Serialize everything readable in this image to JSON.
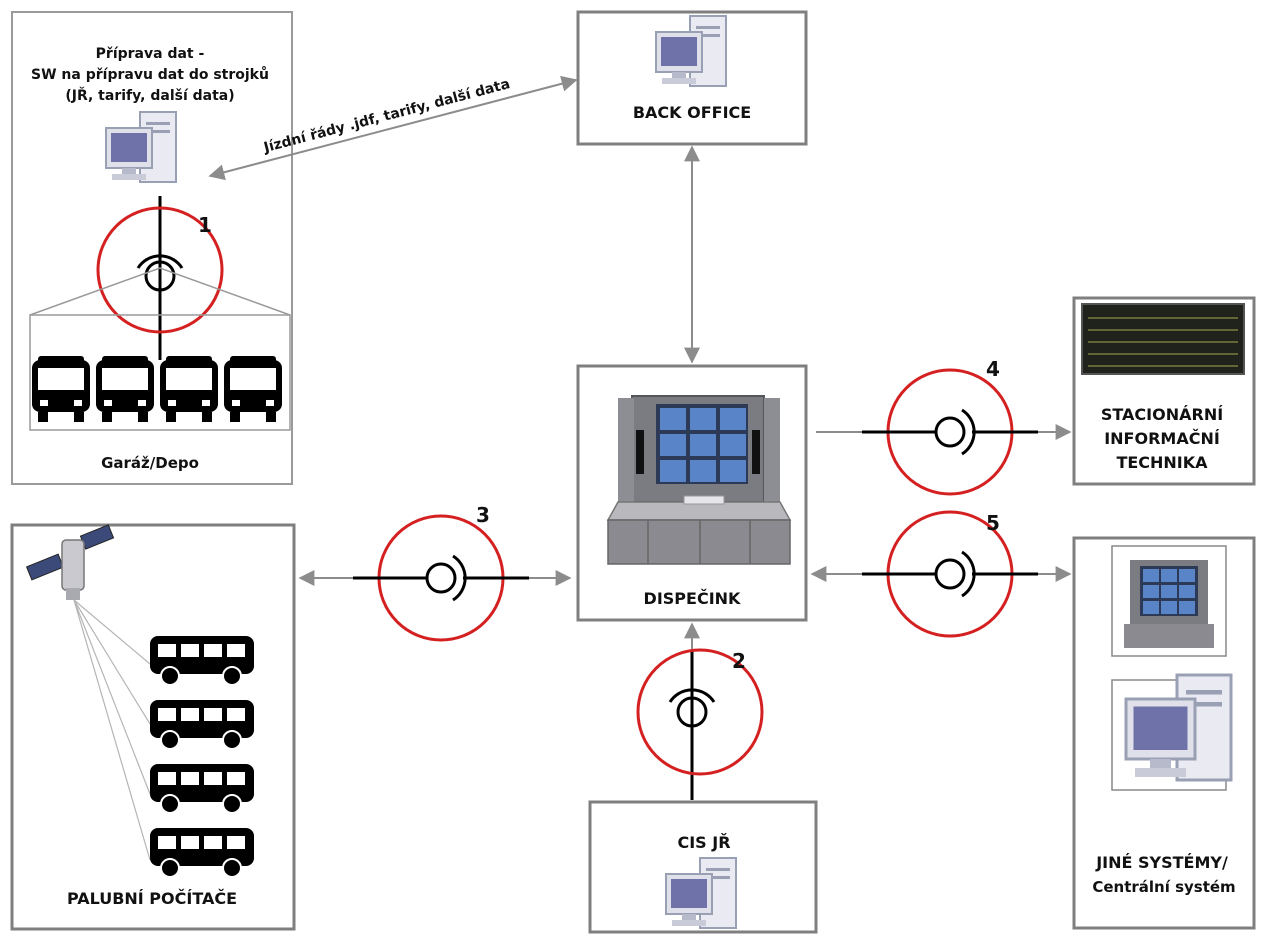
{
  "garage": {
    "title_lines": [
      "Příprava dat -",
      "SW na přípravu dat do strojků",
      "(JŘ, tarify, další data)"
    ],
    "label": "Garáž/Depo"
  },
  "back_office": {
    "label": "BACK OFFICE"
  },
  "timetable_link": {
    "label": "Jízdní řády .jdf, tarify, další data"
  },
  "dispatch": {
    "label": "DISPEČINK"
  },
  "onboard": {
    "label": "PALUBNÍ POČÍTAČE"
  },
  "cis": {
    "label": "CIS JŘ"
  },
  "stationary": {
    "label_lines": [
      "STACIONÁRNÍ",
      "INFORMAČNÍ",
      "TECHNIKA"
    ]
  },
  "other_systems": {
    "label_lines": [
      "JINÉ SYSTÉMY/",
      "Centrální systém"
    ]
  },
  "interfaces": {
    "i1": "1",
    "i2": "2",
    "i3": "3",
    "i4": "4",
    "i5": "5"
  },
  "colors": {
    "ring": "#d42020",
    "arrow": "#8c8c8c",
    "box_border": "#7f7f7f"
  }
}
